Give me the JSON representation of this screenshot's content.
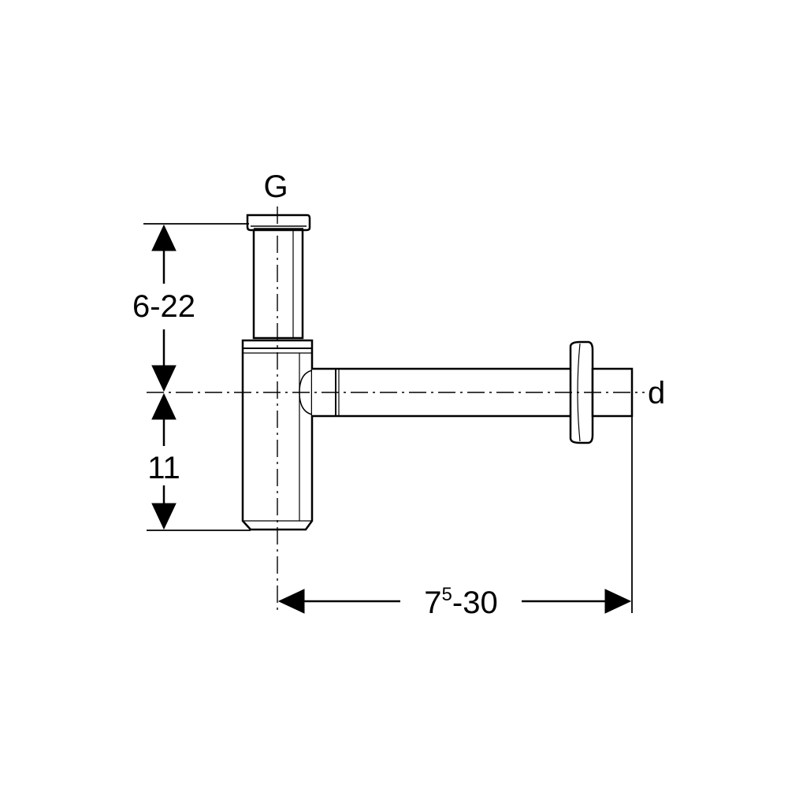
{
  "labels": {
    "top_connection": "G",
    "outlet_diameter": "d",
    "dim_upper": "6-22",
    "dim_lower": "11",
    "dim_horizontal_base": "7",
    "dim_horizontal_sup": "5",
    "dim_horizontal_rest": "-30"
  },
  "colors": {
    "line": "#000000",
    "background": "#ffffff"
  }
}
